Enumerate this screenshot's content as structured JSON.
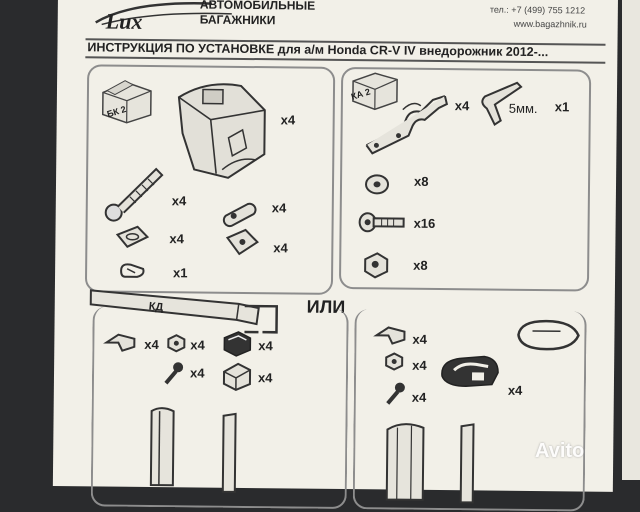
{
  "header": {
    "brand_logo": "Lux",
    "brand_line1": "АВТОМОБИЛЬНЫЕ",
    "brand_line2": "БАГАЖНИКИ",
    "phone": "тел.: +7 (499) 755 1212",
    "website": "www.bagazhnik.ru",
    "title": "ИНСТРУКЦИЯ ПО УСТАНОВКЕ для а/м Honda CR-V IV внедорожник 2012-..."
  },
  "panel_bk": {
    "box_label": "БК 2",
    "foot_qty": "x4",
    "bolt_qty": "x4",
    "barrel_nut_qty": "x4",
    "pad_qty": "x4",
    "square_pad_qty": "x4",
    "key_qty": "x1"
  },
  "panel_ka": {
    "box_label": "КА 2",
    "bracket_qty": "x4",
    "hex_key_size": "5мм.",
    "hex_key_qty": "x1",
    "washer_qty": "x8",
    "screw_qty": "x16",
    "nut_qty": "x8"
  },
  "panel_kd": {
    "bar_label": "КД",
    "or_label": "ИЛИ",
    "clip_qty": "x4",
    "small_nut_qty": "x4",
    "end_cap_qty": "x4",
    "screw_qty": "x4",
    "plug_qty": "x4"
  },
  "panel_aero": {
    "clip_qty": "x4",
    "small_nut_qty": "x4",
    "end_cap_qty": "x4",
    "screw_qty": "x4"
  },
  "watermark": "Avito",
  "colors": {
    "paper": "#f2f0e8",
    "frame": "#8d8d8d",
    "ink": "#222222",
    "background": "#2a2b2d"
  }
}
